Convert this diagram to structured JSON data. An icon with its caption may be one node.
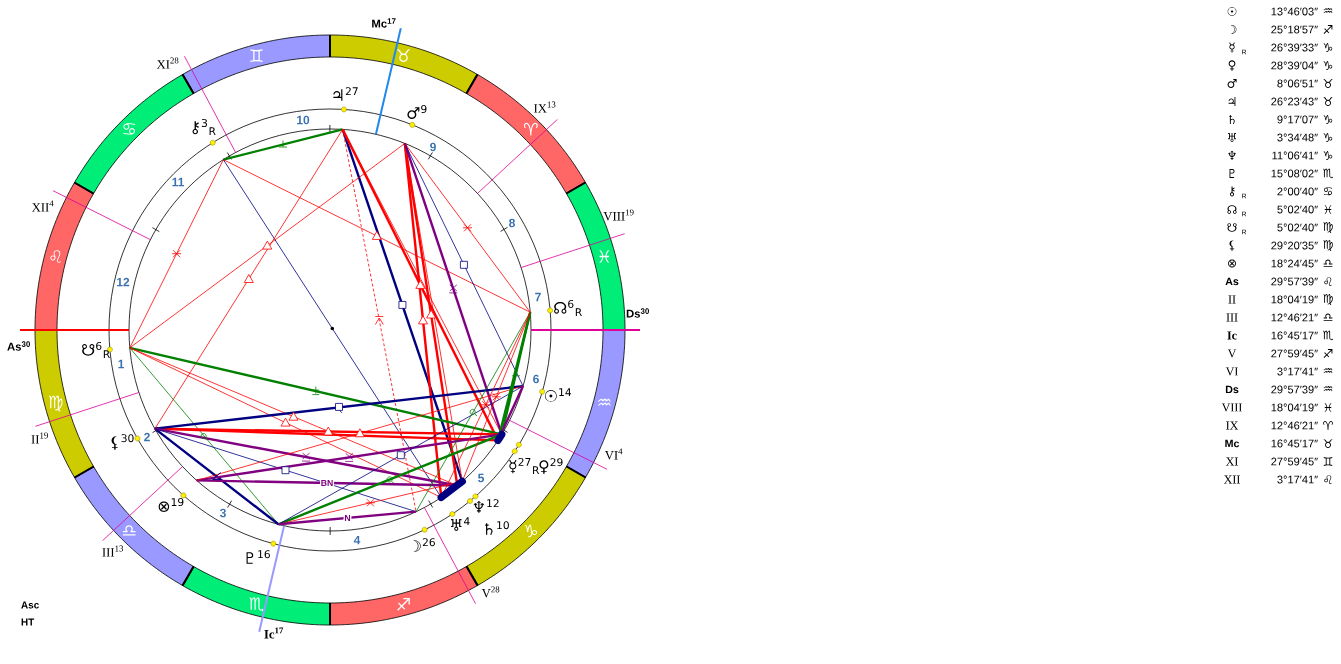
{
  "diagram": {
    "nodes": [
      {
        "text": [
          "♊"
        ]
      },
      {
        "text": [
          "♉"
        ]
      },
      {
        "text": [
          "♈"
        ]
      },
      {
        "text": [
          "♓"
        ]
      },
      {
        "text": [
          "♒"
        ]
      },
      {
        "text": [
          "♑"
        ]
      },
      {
        "text": [
          "♐"
        ]
      },
      {
        "text": [
          "♏"
        ]
      },
      {
        "text": [
          "♎"
        ]
      },
      {
        "text": [
          "♍"
        ]
      },
      {
        "text": [
          "♌"
        ]
      },
      {
        "text": [
          "♋"
        ]
      }
    ],
    "labels": [
      "Mc$^{17}$",
      "XI$^{28}$",
      "IX$^{13}$",
      "XII$^{4}$",
      "VIII$^{19}$",
      "Ds$^{30}$",
      "As$^{30}$",
      "II$^{19}$",
      "VI$^{4}$",
      "III$^{13}$",
      "V$^{28}$",
      "Ic$^{17}$",
      "♃$^{27}$",
      "♂$^{9}$",
      "⚷$^{3}$$_{R}$",
      "☊$^{6}$$_{R}$",
      "☋$^{6}$$_{R}$",
      "☉$^{14}$",
      "⚸$^{30}$",
      "☿$^{27}$$_{R}$",
      "♀$^{29}$",
      "⊗$^{19}$",
      "♆$^{12}$",
      "♅$^{4}$",
      "♄$^{10}$",
      "☽$^{26}$",
      "♇$^{16}$",
      "1",
      "2",
      "3",
      "4",
      "5",
      "6",
      "7",
      "8",
      "9",
      "10",
      "11",
      "12",
      "BN",
      "N",
      "Asc",
      "HT",
      "☉",
      "13°46′03″",
      "♒",
      "☽",
      "25°18′57″",
      "♐",
      "☿",
      "R",
      "26°39′33″",
      "♑",
      "♀",
      "28°39′04″",
      "♑",
      "♂",
      "8°06′51″",
      "♉",
      "♃",
      "26°23′43″",
      "♉",
      "♄",
      "9°17′07″",
      "♑",
      "♅",
      "3°34′48″",
      "♑",
      "♆",
      "11°06′41″",
      "♑",
      "♇",
      "15°08′02″",
      "♏",
      "⚷",
      "R",
      "2°00′40″",
      "♋",
      "☊",
      "R",
      "5°02′40″",
      "♓",
      "☋",
      "R",
      "5°02′40″",
      "♍",
      "⚸",
      "29°20′35″",
      "♍",
      "⊗",
      "18°24′45″",
      "♎",
      "As",
      "29°57′39″",
      "♌",
      "II",
      "18°04′19″",
      "♍",
      "III",
      "12°46′21″",
      "♎",
      "Ic",
      "16°45′17″",
      "♏",
      "V",
      "27°59′45″",
      "♐",
      "VI",
      "3°17′41″",
      "♒",
      "Ds",
      "29°57′39″",
      "♒",
      "VIII",
      "18°04′19″",
      "♓",
      "IX",
      "12°46′21″",
      "♈",
      "Mc",
      "16°45′17″",
      "♉",
      "XI",
      "27°59′45″",
      "♊",
      "XII",
      "3°17′41″",
      "♌"
    ]
  }
}
